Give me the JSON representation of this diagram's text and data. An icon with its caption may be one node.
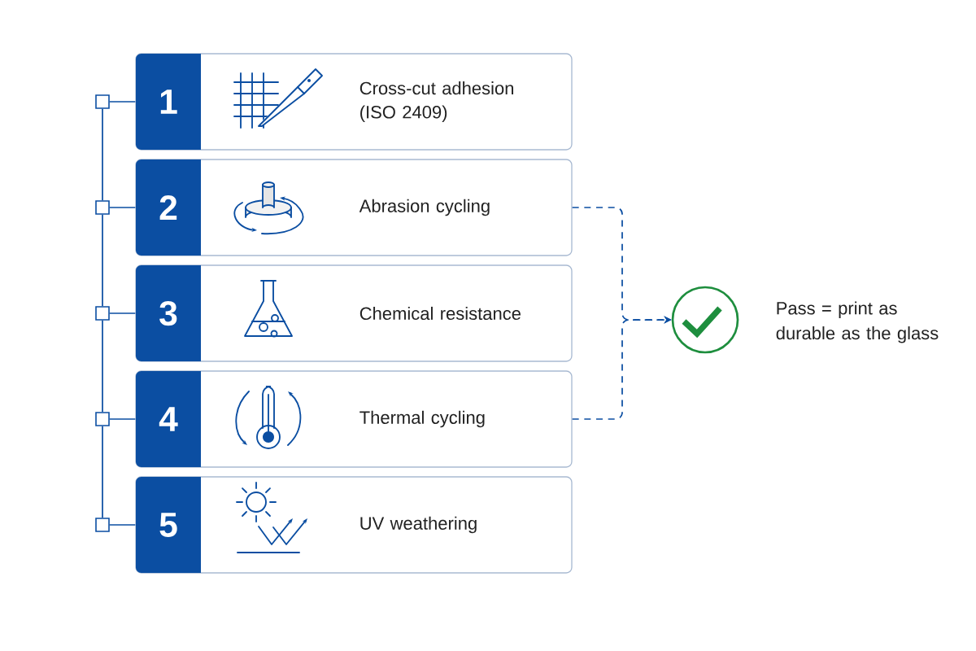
{
  "diagram": {
    "nodes": [
      {
        "text": [
          "1",
          "Cross-cut adhesion (ISO 2409)"
        ]
      },
      {
        "text": [
          "2",
          "Abrasion cycling"
        ]
      },
      {
        "text": [
          "3",
          "Chemical resistance"
        ]
      },
      {
        "text": [
          "4",
          "Thermal cycling"
        ]
      },
      {
        "text": [
          "5",
          "UV weathering"
        ]
      },
      {
        "text": [],
        "shape": "box"
      },
      {
        "text": [],
        "shape": "box"
      },
      {
        "text": [],
        "shape": "box"
      },
      {
        "text": [],
        "shape": "box"
      },
      {
        "text": [],
        "shape": "box"
      },
      {
        "text": [],
        "shape": "circle",
        "beside": [
          "Pass = print as durable as the glass"
        ]
      }
    ],
    "edges": [
      {
        "from": 5,
        "to": 0,
        "arrow": "none"
      },
      {
        "from": 6,
        "to": 1,
        "arrow": "none"
      },
      {
        "from": 7,
        "to": 2,
        "arrow": "none"
      },
      {
        "from": 8,
        "to": 3,
        "arrow": "none"
      },
      {
        "from": 9,
        "to": 4,
        "arrow": "none"
      },
      {
        "from": 5,
        "to": 6,
        "arrow": "none"
      },
      {
        "from": 6,
        "to": 7,
        "arrow": "none"
      },
      {
        "from": 7,
        "to": 8,
        "arrow": "none"
      },
      {
        "from": 8,
        "to": 9,
        "arrow": "none"
      },
      {
        "from": 1,
        "to": 10,
        "arrow": "to",
        "style": "dashed"
      },
      {
        "from": 3,
        "to": 10,
        "arrow": "to",
        "style": "dashed"
      }
    ]
  }
}
